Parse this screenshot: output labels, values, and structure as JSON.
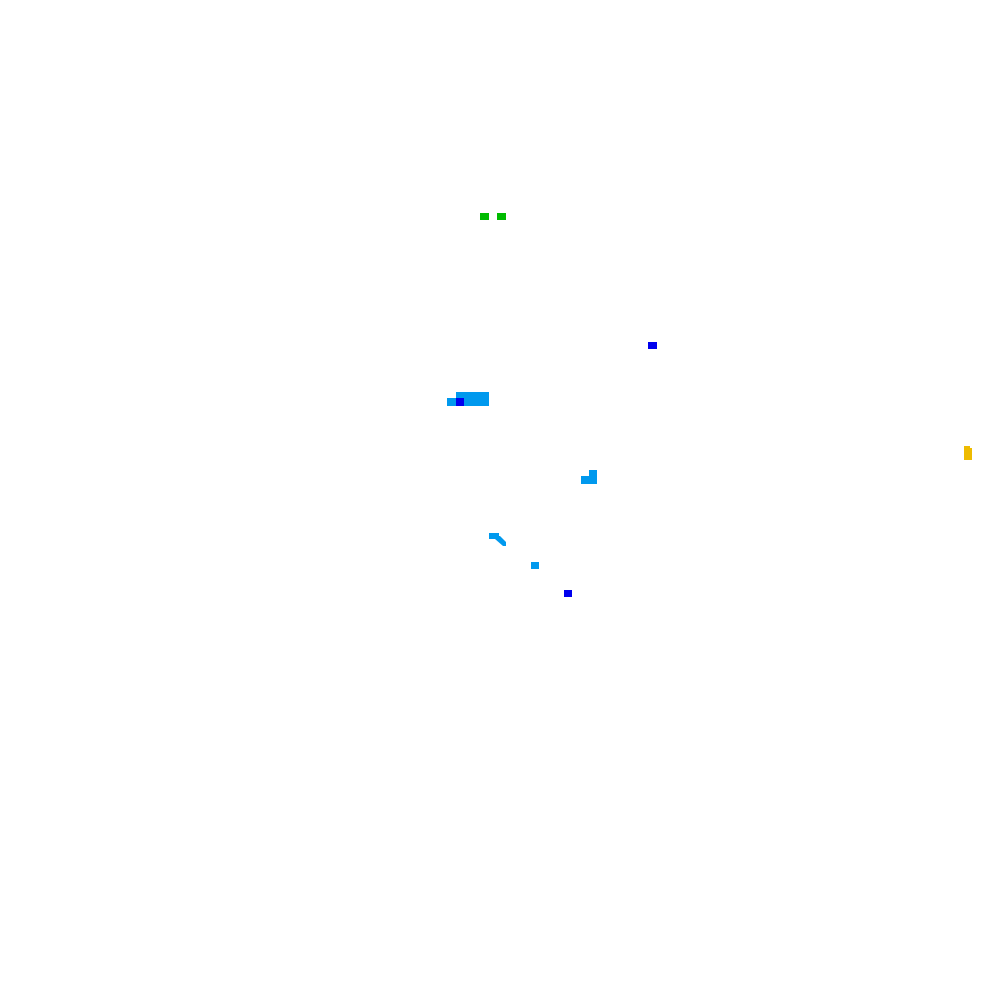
{
  "map": {
    "background": "#ffffff",
    "colors": {
      "green": "#00bb00",
      "light_blue": "#0099ee",
      "dark_blue": "#0000ee",
      "yellow": "#eebb00"
    },
    "features": [
      {
        "name": "green-feature-1",
        "color": "green"
      },
      {
        "name": "green-feature-2",
        "color": "green"
      },
      {
        "name": "dark-blue-feature-1",
        "color": "dark_blue"
      },
      {
        "name": "light-blue-feature-1",
        "color": "light_blue"
      },
      {
        "name": "light-blue-feature-2",
        "color": "light_blue"
      },
      {
        "name": "dark-blue-feature-2",
        "color": "dark_blue"
      },
      {
        "name": "yellow-feature-1",
        "color": "yellow"
      },
      {
        "name": "light-blue-feature-3",
        "color": "light_blue"
      },
      {
        "name": "light-blue-feature-4",
        "color": "light_blue"
      },
      {
        "name": "light-blue-feature-5",
        "color": "light_blue"
      },
      {
        "name": "light-blue-feature-6",
        "color": "light_blue"
      },
      {
        "name": "light-blue-feature-7",
        "color": "light_blue"
      },
      {
        "name": "dark-blue-feature-3",
        "color": "dark_blue"
      }
    ]
  }
}
